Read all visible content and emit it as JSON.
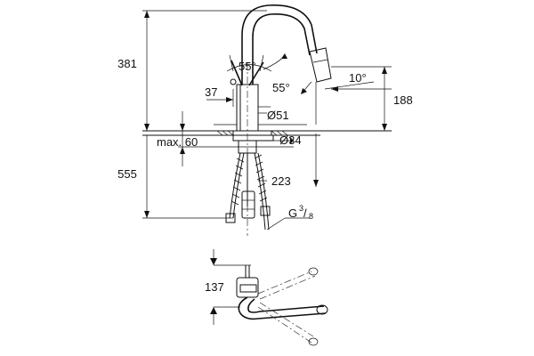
{
  "labels": {
    "total_height": "381",
    "lower_depth": "555",
    "counter_thickness": "max. 60",
    "swivel_angle": "55°",
    "lever_angle": "55°",
    "spray_angle": "10°",
    "spout_height": "188",
    "lever_offset": "37",
    "body_diameter": "Ø51",
    "hole_diameter": "Ø34",
    "spout_reach": "223",
    "thread": "G",
    "thread_num": "3",
    "thread_den": "8",
    "top_view_dim": "137"
  }
}
